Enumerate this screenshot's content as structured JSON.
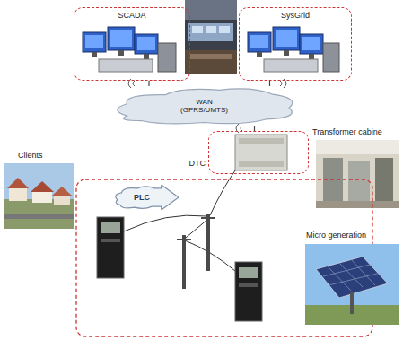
{
  "diagram": {
    "nodes": [
      {
        "text": [
          "SCADA"
        ]
      },
      {
        "text": [
          "SysGrid"
        ]
      },
      {
        "text": [
          "WAN (GPRS/UMTS)"
        ]
      },
      {
        "text": [
          "DTC"
        ]
      },
      {
        "text": [
          "PLC"
        ]
      }
    ],
    "edges": [
      {
        "from": 0,
        "to": 2,
        "arrow": "none"
      },
      {
        "from": 1,
        "to": 2,
        "arrow": "none"
      },
      {
        "from": 2,
        "to": 3,
        "arrow": "none"
      }
    ],
    "labels": [
      "Transformer cabine",
      "Clients",
      "Micro generation"
    ]
  }
}
